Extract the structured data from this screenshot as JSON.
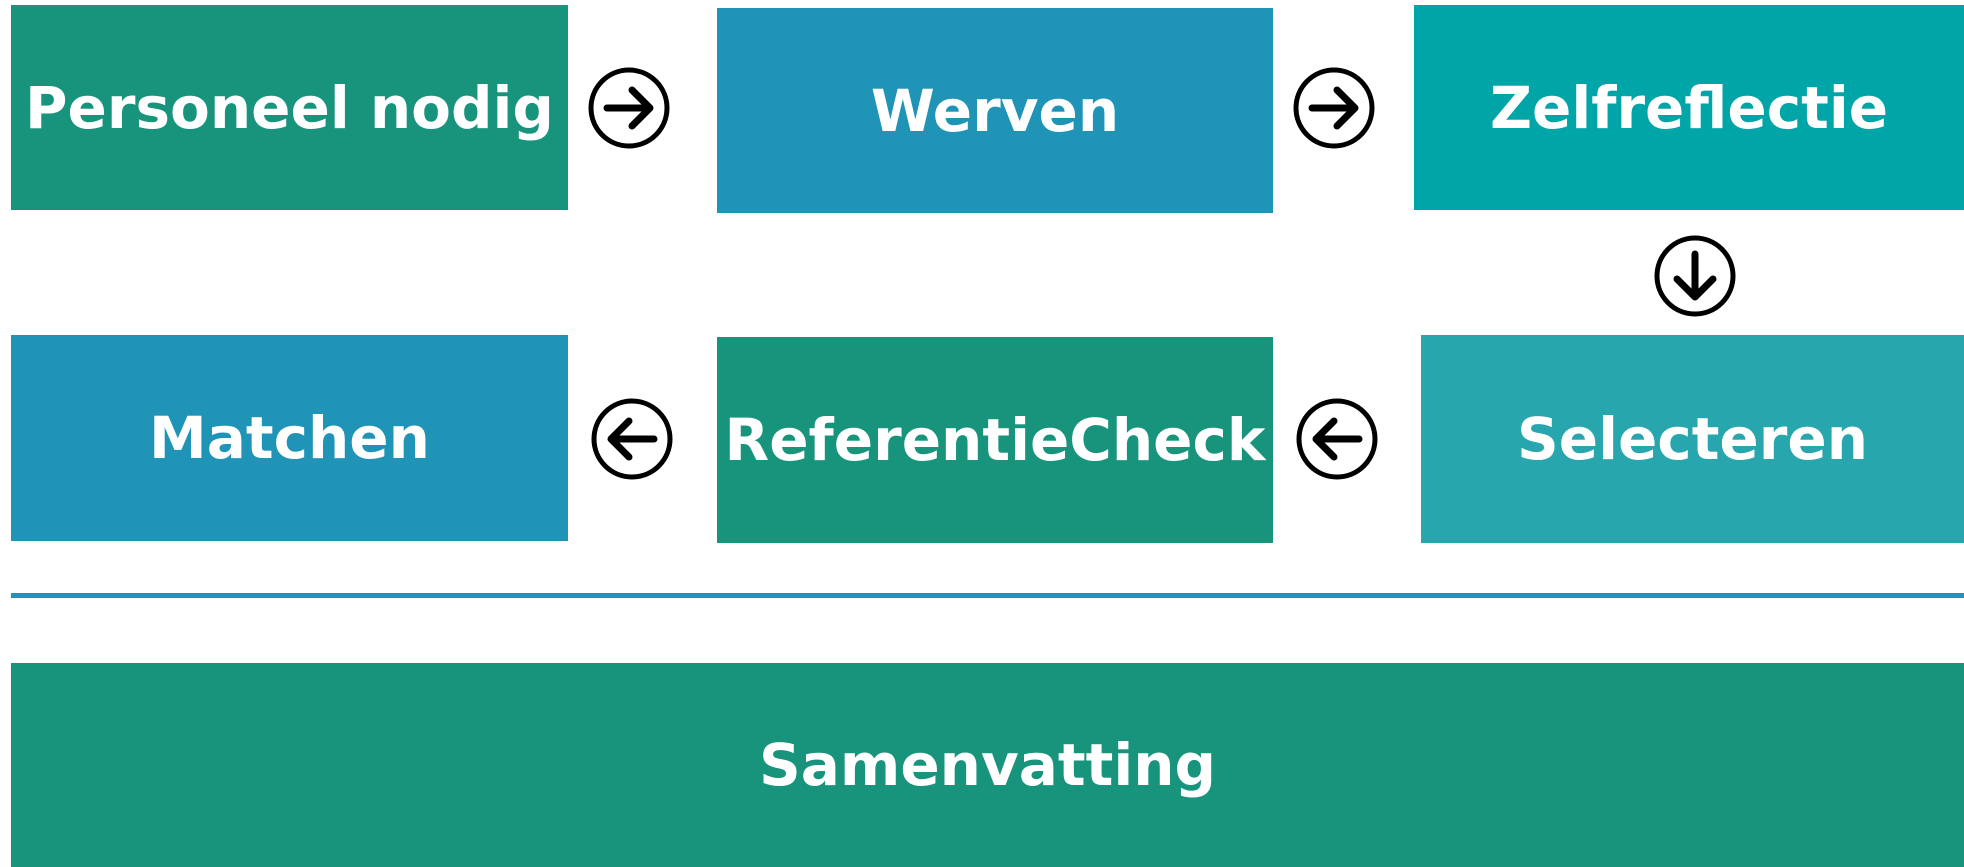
{
  "colors": {
    "green": "#18947C",
    "blue": "#1F94B6",
    "teal": "#00A5A8",
    "teal_light": "#27A6AD",
    "divider": "#1F94B6",
    "arrow": "#000000"
  },
  "steps": {
    "personeel_nodig": "Personeel nodig",
    "werven": "Werven",
    "zelfreflectie": "Zelfreflectie",
    "matchen": "Matchen",
    "referentiecheck": "ReferentieCheck",
    "selecteren": "Selecteren"
  },
  "summary": "Samenvatting",
  "arrows": {
    "a1": "arrow-right-icon",
    "a2": "arrow-right-icon",
    "a3": "arrow-down-icon",
    "a4": "arrow-left-icon",
    "a5": "arrow-left-icon"
  }
}
